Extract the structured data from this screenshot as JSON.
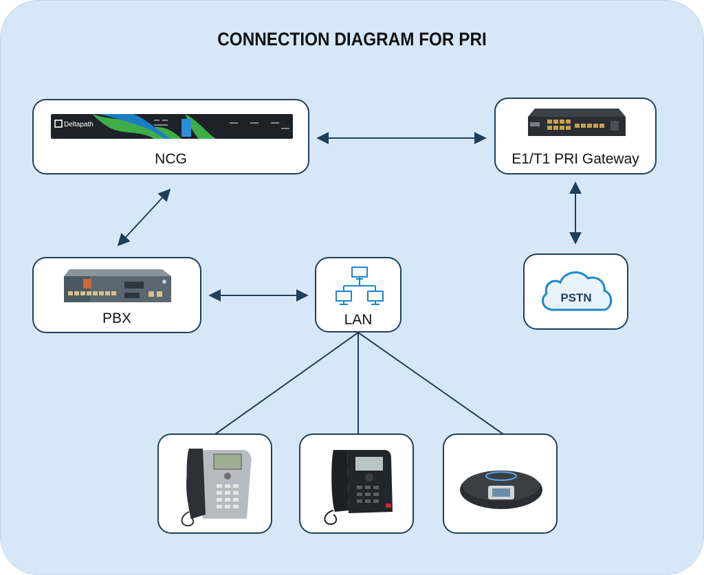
{
  "title": "CONNECTION DIAGRAM FOR PRI",
  "colors": {
    "background": "#d6e7f7",
    "node_border": "#1f3e5a",
    "connector": "#1f3e5a",
    "cloud": "#1b86c6"
  },
  "nodes": {
    "ncg": {
      "label": "NCG",
      "brand": "Deltapath"
    },
    "gateway": {
      "label": "E1/T1 PRI Gateway"
    },
    "pbx": {
      "label": "PBX"
    },
    "lan": {
      "label": "LAN"
    },
    "pstn": {
      "label": "PSTN"
    }
  },
  "devices": [
    "desk-phone-icon",
    "ip-phone-icon",
    "conference-phone-icon"
  ]
}
